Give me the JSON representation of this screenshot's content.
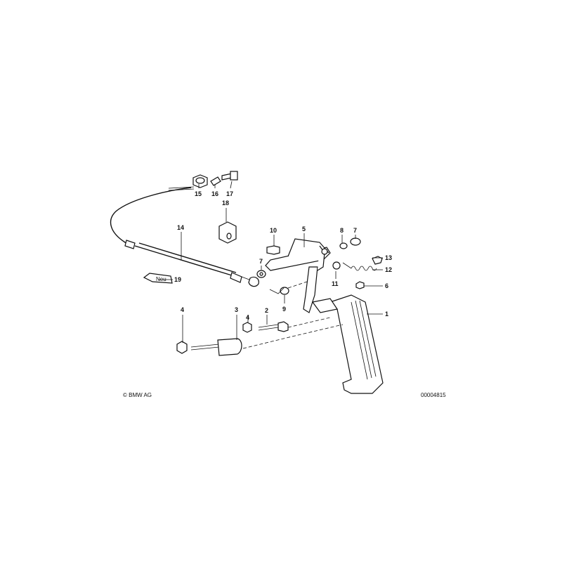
{
  "callouts": {
    "c1": "1",
    "c2": "2",
    "c3": "3",
    "c4a": "4",
    "c4b": "4",
    "c5": "5",
    "c6": "6",
    "c7a": "7",
    "c7b": "7",
    "c8": "8",
    "c9": "9",
    "c10": "10",
    "c11": "11",
    "c12": "12",
    "c13": "13",
    "c14": "14",
    "c15": "15",
    "c16": "16",
    "c17": "17",
    "c18": "18",
    "c19": "19"
  },
  "footer": {
    "copyright": "© BMW AG",
    "image_number": "00004815"
  },
  "tag_text": "Neu"
}
